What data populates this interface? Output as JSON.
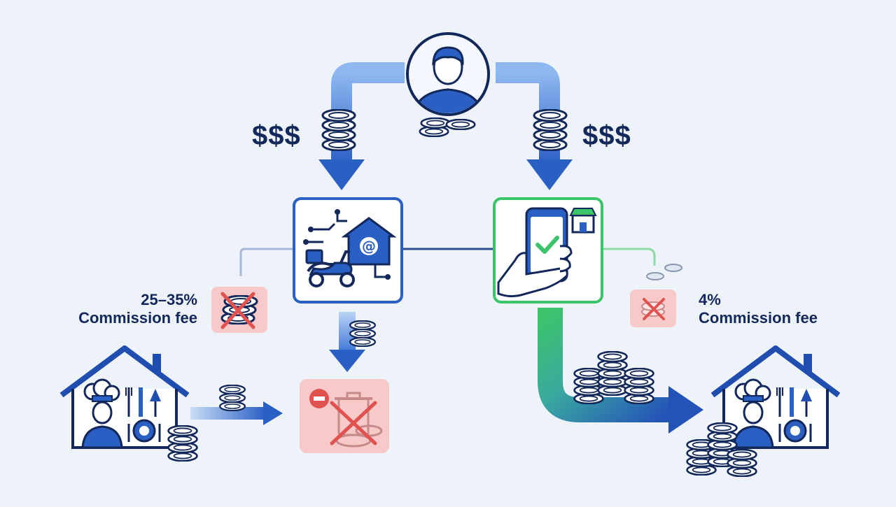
{
  "labels": {
    "money_left": "$$$",
    "money_right": "$$$",
    "fee_left_pct": "25–35%",
    "fee_left_text": "Commission fee",
    "fee_right_pct": "4%",
    "fee_right_text": "Commission fee"
  },
  "colors": {
    "background": "#eef3fa",
    "navy": "#12275a",
    "blue": "#2a5fc4",
    "blue_light": "#8fb8f0",
    "green": "#3cc46a",
    "red_bg": "#f7c9c9",
    "red_x": "#e0524f"
  },
  "icons": {
    "customer": "customer-avatar-icon",
    "delivery_platform": "delivery-platform-icon",
    "direct_ordering": "direct-ordering-app-icon",
    "restaurant": "restaurant-house-icon",
    "coins": "coin-stack-icon",
    "blocked_fee": "crossed-out-coins-icon",
    "lost_revenue": "lost-revenue-trash-icon"
  }
}
